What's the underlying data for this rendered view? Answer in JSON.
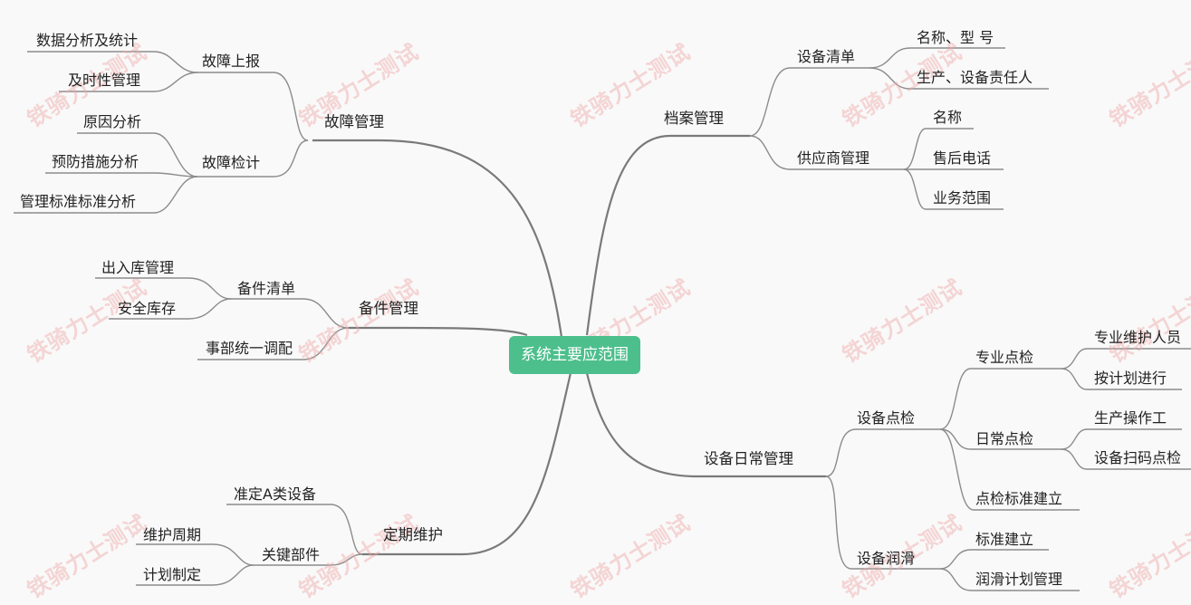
{
  "root": "系统主要应范围",
  "watermark": "铁骑力士测试",
  "branches": {
    "guzhang": "故障管理",
    "shangbao": "故障上报",
    "shuju": "数据分析及统计",
    "jishi": "及时性管理",
    "jiance": "故障检计",
    "yuanyin": "原因分析",
    "yufang": "预防措施分析",
    "guanli_bz": "管理标准标准分析",
    "beijian": "备件管理",
    "qingdan_bj": "备件清单",
    "churu": "出入库管理",
    "anquan": "安全库存",
    "shibu": "事部统一调配",
    "dingqi": "定期维护",
    "zhunding": "准定A类设备",
    "guanjian": "关键部件",
    "weihu": "维护周期",
    "jihua_zd": "计划制定",
    "dangan": "档案管理",
    "qingdan_sb": "设备清单",
    "mingcheng_xh": "名称、型 号",
    "shengchan": "生产、设备责任人",
    "gys": "供应商管理",
    "mingcheng": "名称",
    "shouhou": "售后电话",
    "yewu": "业务范围",
    "richang": "设备日常管理",
    "dianjian": "设备点检",
    "zhuanye": "专业点检",
    "zhuanye_ry": "专业维护人员",
    "anjihua": "按计划进行",
    "richang_dj": "日常点检",
    "shengchan_czg": "生产操作工",
    "saoma": "设备扫码点检",
    "biaozhun_jl": "点检标准建立",
    "runhua": "设备润滑",
    "bz_jianli": "标准建立",
    "runhua_jh": "润滑计划管理"
  }
}
